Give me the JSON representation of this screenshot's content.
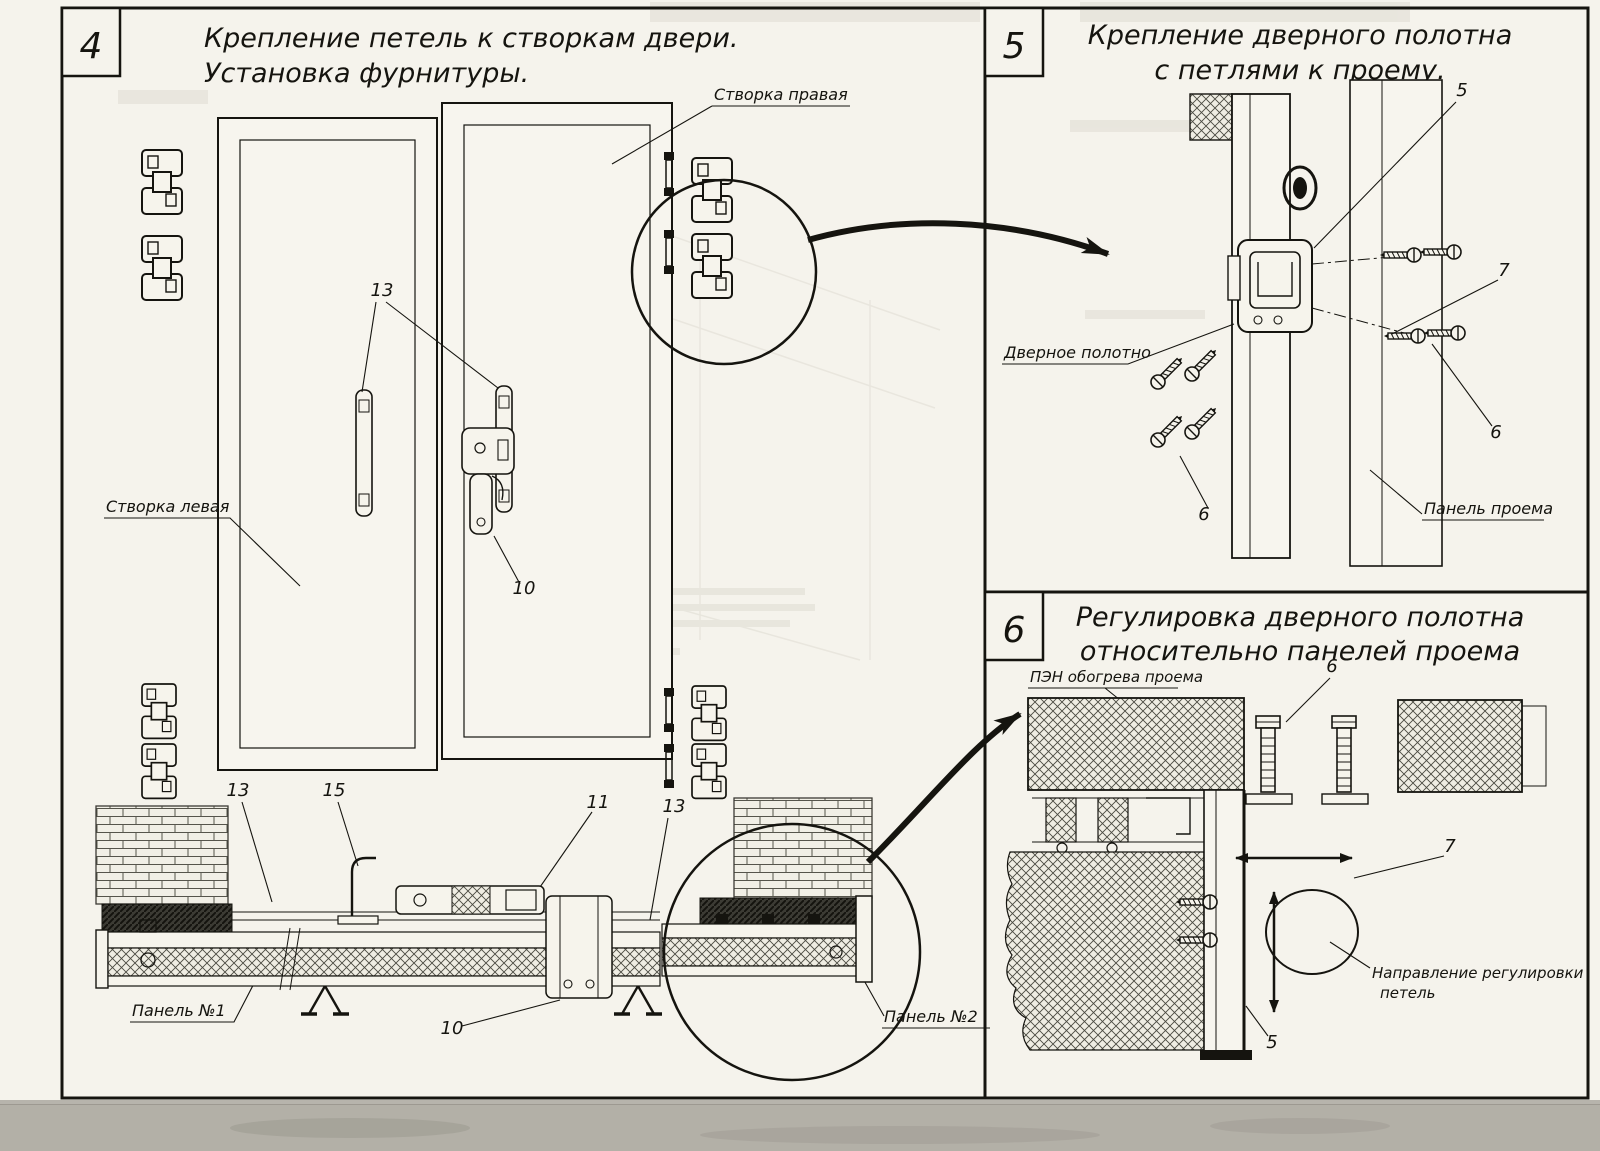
{
  "colors": {
    "ink": "#15140f",
    "paper": "#f5f3ec"
  },
  "sheet": {
    "panel4": {
      "number": "4",
      "title": [
        "Крепление петель к створкам двери.",
        "Установка фурнитуры."
      ],
      "labels": {
        "leaf_right": "Створка правая",
        "leaf_left": "Створка левая",
        "item13_top": "13",
        "item10_mid": "10",
        "item13_b1": "13",
        "item15": "15",
        "item11": "11",
        "item13_b2": "13",
        "item10_bottom": "10",
        "panel_no1": "Панель №1",
        "panel_no2": "Панель №2"
      }
    },
    "panel5": {
      "number": "5",
      "title": [
        "Крепление дверного полотна",
        "с петлями к проему."
      ],
      "labels": {
        "item5": "5",
        "item7": "7",
        "item6_right": "6",
        "item6_left": "6",
        "door_leaf": "Дверное полотно",
        "opening_panel": "Панель проема"
      }
    },
    "panel6": {
      "number": "6",
      "title": [
        "Регулировка дверного полотна",
        "относительно панелей проема"
      ],
      "labels": {
        "heater": "ПЭН обогрева проема",
        "item6": "6",
        "item7": "7",
        "item5": "5",
        "direction_line1": "Направление регулировки",
        "direction_line2": "петель"
      }
    }
  }
}
